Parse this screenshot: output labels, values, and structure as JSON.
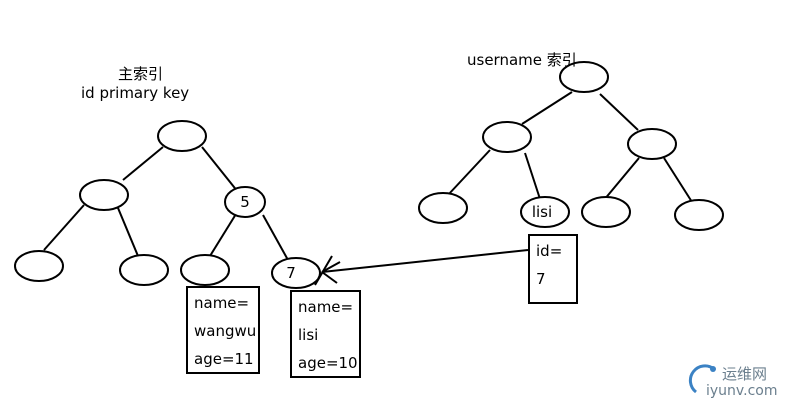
{
  "primary_tree": {
    "title": "主索引",
    "subtitle": "id primary key",
    "node_labels": {
      "mid_right": "5",
      "leaf_id7": "7"
    }
  },
  "secondary_tree": {
    "title": "username 索引",
    "node_labels": {
      "leaf_lisi": "lisi"
    }
  },
  "records": {
    "wangwu": [
      "name=",
      "wangwu",
      "age=11"
    ],
    "lisi": [
      "name=",
      "lisi",
      "age=10"
    ],
    "pointer": [
      "id=",
      "7"
    ]
  },
  "watermark": {
    "cn": "运维网",
    "en": "iyunv.com"
  },
  "colors": {
    "ink": "#000000",
    "background": "#ffffff",
    "watermark": "#6b7f8e",
    "watermark_accent": "#3b82c4"
  }
}
